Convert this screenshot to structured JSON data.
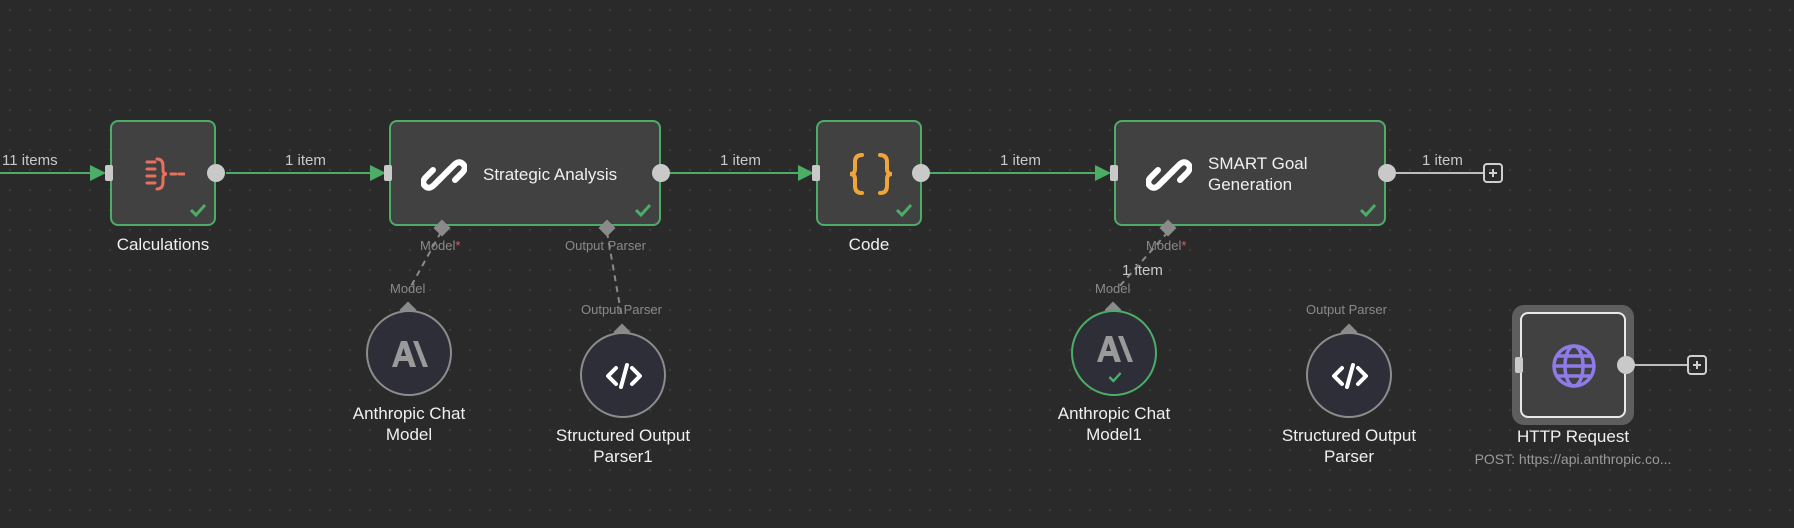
{
  "connections": {
    "incoming": "11 items",
    "calc_to_strategic": "1 item",
    "strategic_to_code": "1 item",
    "code_to_smart": "1 item",
    "smart_out": "1 item",
    "smart_model_wire": "1 item"
  },
  "nodes": {
    "calculations": {
      "label": "Calculations",
      "icon": "calculations-icon",
      "status": "success"
    },
    "strategic_analysis": {
      "label": "Strategic Analysis",
      "icon": "chain-link-icon",
      "status": "success",
      "ports": {
        "model": "Model",
        "output_parser": "Output Parser"
      }
    },
    "code": {
      "label": "Code",
      "icon": "curly-braces-icon",
      "status": "success"
    },
    "smart_goal": {
      "label_line1": "SMART Goal",
      "label_line2": "Generation",
      "icon": "chain-link-icon",
      "status": "success",
      "ports": {
        "model": "Model"
      }
    },
    "anthropic_chat_model": {
      "label_line1": "Anthropic Chat",
      "label_line2": "Model",
      "port": "Model",
      "icon": "anthropic-logo-icon"
    },
    "structured_output_parser1": {
      "label_line1": "Structured Output",
      "label_line2": "Parser1",
      "port": "Output Parser",
      "icon": "code-tag-icon"
    },
    "anthropic_chat_model1": {
      "label_line1": "Anthropic Chat",
      "label_line2": "Model1",
      "port": "Model",
      "icon": "anthropic-logo-icon",
      "status": "success"
    },
    "structured_output_parser": {
      "label_line1": "Structured Output",
      "label_line2": "Parser",
      "port": "Output Parser",
      "icon": "code-tag-icon"
    },
    "http_request": {
      "label": "HTTP Request",
      "subtitle": "POST: https://api.anthropic.co...",
      "icon": "globe-icon"
    }
  },
  "colors": {
    "canvas": "#2a2a2a",
    "success": "#4cae66",
    "node_bg": "#414141",
    "calc_icon": "#e8705e",
    "code_icon": "#f0a53a",
    "http_icon": "#8f7be8",
    "required_marker": "#e05a5a"
  }
}
